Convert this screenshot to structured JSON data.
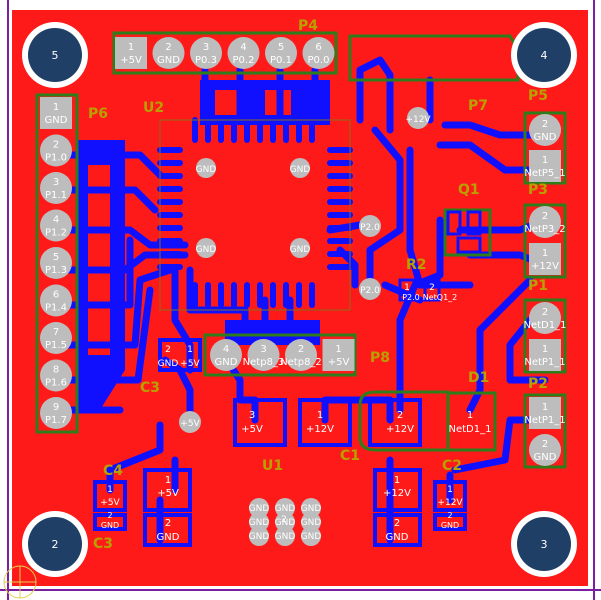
{
  "board": {
    "colors": {
      "copper_top": "#ff1a1a",
      "copper_bottom": "#1010ff",
      "silk_outline": "#2e7d1a",
      "designator": "#b8a000",
      "pad": "#bdbdbd",
      "pad_label": "#ffffff",
      "hole": "#1f3f66",
      "outline": "#7b1fa2"
    },
    "mounting_holes": [
      "5",
      "4",
      "2",
      "3"
    ],
    "designators": {
      "p4": "P4",
      "u2": "U2",
      "p6": "P6",
      "p7": "P7",
      "p5": "P5",
      "p3": "P3",
      "q1": "Q1",
      "r2": "R2",
      "p1": "P1",
      "p8": "P8",
      "c3_top": "C3",
      "d1": "D1",
      "c1": "C1",
      "u1": "U1",
      "c4": "C4",
      "c2": "C2",
      "c3_bottom": "C3",
      "p2": "P2"
    },
    "p4_header": {
      "pins": [
        {
          "num": "1",
          "net": "+5V"
        },
        {
          "num": "2",
          "net": "GND"
        },
        {
          "num": "3",
          "net": "P0.3"
        },
        {
          "num": "4",
          "net": "P0.2"
        },
        {
          "num": "5",
          "net": "P0.1"
        },
        {
          "num": "6",
          "net": "P0.0"
        }
      ]
    },
    "p6_header": {
      "pins": [
        {
          "num": "1",
          "net": "GND"
        },
        {
          "num": "2",
          "net": "P1.0"
        },
        {
          "num": "3",
          "net": "P1.1"
        },
        {
          "num": "4",
          "net": "P1.2"
        },
        {
          "num": "5",
          "net": "P1.3"
        },
        {
          "num": "6",
          "net": "P1.4"
        },
        {
          "num": "7",
          "net": "P1.5"
        },
        {
          "num": "8",
          "net": "P1.6"
        },
        {
          "num": "9",
          "net": "P1.7"
        }
      ]
    },
    "p8_header": {
      "pins": [
        {
          "num": "4",
          "net": "GND"
        },
        {
          "num": "3",
          "net": "Netp8_3"
        },
        {
          "num": "2",
          "net": "Netp8_2"
        },
        {
          "num": "1",
          "net": "+5V"
        }
      ]
    },
    "p5_header": {
      "pins": [
        {
          "num": "2",
          "net": "GND"
        },
        {
          "num": "1",
          "net": "NetP5_1"
        }
      ]
    },
    "p3_header": {
      "pins": [
        {
          "num": "2",
          "net": "NetP3_2"
        },
        {
          "num": "1",
          "net": "+12V"
        }
      ]
    },
    "p1_header": {
      "pins": [
        {
          "num": "2",
          "net": "NetD1_1"
        },
        {
          "num": "1",
          "net": "NetP1_1"
        }
      ]
    },
    "p2_header": {
      "pins": [
        {
          "num": "1",
          "net": "NetP1_1"
        },
        {
          "num": "2",
          "net": "GND"
        }
      ]
    },
    "u2_gnd_vias": [
      "GND",
      "GND",
      "GND",
      "GND"
    ],
    "p2_0_labels": [
      "P2.0",
      "P2.0"
    ],
    "plus12v_via": "+12V",
    "r2_pads": {
      "pad1": {
        "num": "1",
        "net": "P2.0"
      },
      "pad2": {
        "num": "2",
        "net": "NetQ1_2"
      }
    },
    "c3_pads": [
      {
        "num": "2",
        "net": "GND"
      },
      {
        "num": "1",
        "net": "+5V"
      }
    ],
    "u1_pads": [
      {
        "num": "3",
        "net": "+5V"
      },
      {
        "num": "1",
        "net": "+12V"
      },
      {
        "num": "2",
        "net": "GND"
      }
    ],
    "plus5v_via": "+5V",
    "c1_pads": [
      {
        "num": "2",
        "net": "+12V"
      },
      {
        "num": "1",
        "net": "NetD1_1"
      }
    ],
    "c4_pads": [
      {
        "num": "1",
        "net": "+5V"
      },
      {
        "num": "2",
        "net": "GND"
      }
    ],
    "c2_pads": [
      {
        "num": "1",
        "net": "+12V"
      },
      {
        "num": "2",
        "net": "GND"
      }
    ],
    "c3b_pads": [
      {
        "num": "1",
        "net": "+5V"
      },
      {
        "num": "2",
        "net": "GND"
      }
    ],
    "c2b_pads": [
      {
        "num": "1",
        "net": "+12V"
      },
      {
        "num": "2",
        "net": "GND"
      }
    ],
    "c4_big_pads": [
      {
        "num": "1",
        "net": "+5V"
      },
      {
        "num": "2",
        "net": "GND"
      }
    ],
    "c2_big_pads": [
      {
        "num": "1",
        "net": "+12V"
      },
      {
        "num": "2",
        "net": "GND"
      }
    ],
    "u1_gnd_vias": [
      "GND",
      "GND",
      "GND",
      "GND",
      "GND",
      "GND",
      "GND",
      "GND",
      "GND"
    ],
    "u1_center": "2"
  }
}
